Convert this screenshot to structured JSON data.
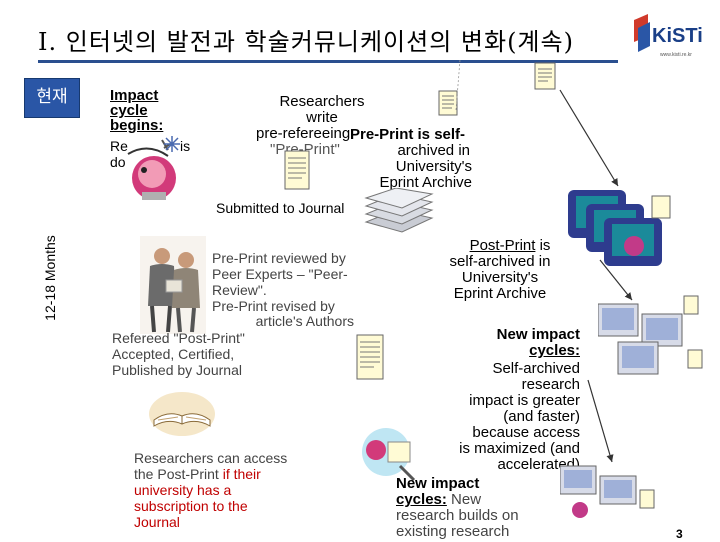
{
  "slide": {
    "title": "Ⅰ. 인터넷의 발전과 학술커뮤니케이션의 변화(계속)",
    "side_label": "현재",
    "months_label": "12-18 Months",
    "logo_text": "KiSTi",
    "page_number": "3"
  },
  "texts": {
    "impact_cycle_line1": "Impact",
    "impact_cycle_line2": "cycle",
    "impact_cycle_line3": "begins:",
    "research_done_1": "Re",
    "research_done_2": "is",
    "research_done_3": "do",
    "researchers_write_1": "Researchers",
    "researchers_write_2": "write",
    "researchers_write_3": "pre-refereeing",
    "researchers_write_4": "\"Pre-Print\"",
    "preprint_self_1": "Pre-Print is self-",
    "preprint_self_2": "archived in",
    "preprint_self_3": "University's",
    "preprint_self_4": "Eprint Archive",
    "submitted": "Submitted to Journal",
    "review_1": "Pre-Print reviewed by",
    "review_2": "Peer Experts – \"Peer-",
    "review_3": "Review\".",
    "review_4": "Pre-Print revised by",
    "review_5": "article's Authors",
    "refereed_1": "Refereed \"Post-Print\"",
    "refereed_2": "Accepted, Certified,",
    "refereed_3": "Published by Journal",
    "postprint_1_ul": "Post-Print",
    "postprint_1_rest": " is",
    "postprint_2": "self-archived in",
    "postprint_3": "University's",
    "postprint_4": "Eprint Archive",
    "new_impact_1": "New impact",
    "new_impact_2": "cycles:",
    "self_archived_1": "Self-archived",
    "self_archived_2": "research",
    "self_archived_3": "impact is greater",
    "self_archived_4": "(and faster)",
    "self_archived_5": "because access",
    "self_archived_6": "is maximized (and",
    "self_archived_7": "accelerated)",
    "new_impact_b1": "New impact",
    "new_impact_b2_ul": "cycles:",
    "new_impact_b2_rest": " New",
    "new_impact_b3": "research builds on",
    "new_impact_b4": "existing research",
    "access_1": "Researchers can access",
    "access_2_a": "the Post-Print ",
    "access_2_b": "if their",
    "access_3": "university has a",
    "access_4": "subscription to the",
    "access_5": "Journal"
  },
  "colors": {
    "title_rule": "#2a4f8f",
    "side_label_bg": "#2a56a6",
    "highlight_red": "#c00000"
  },
  "icons": [
    "document-icon",
    "researcher-figure-icon",
    "journal-stack-icon",
    "people-photo-icon",
    "open-book-icon",
    "computer-user-icon",
    "arrow-icon"
  ]
}
